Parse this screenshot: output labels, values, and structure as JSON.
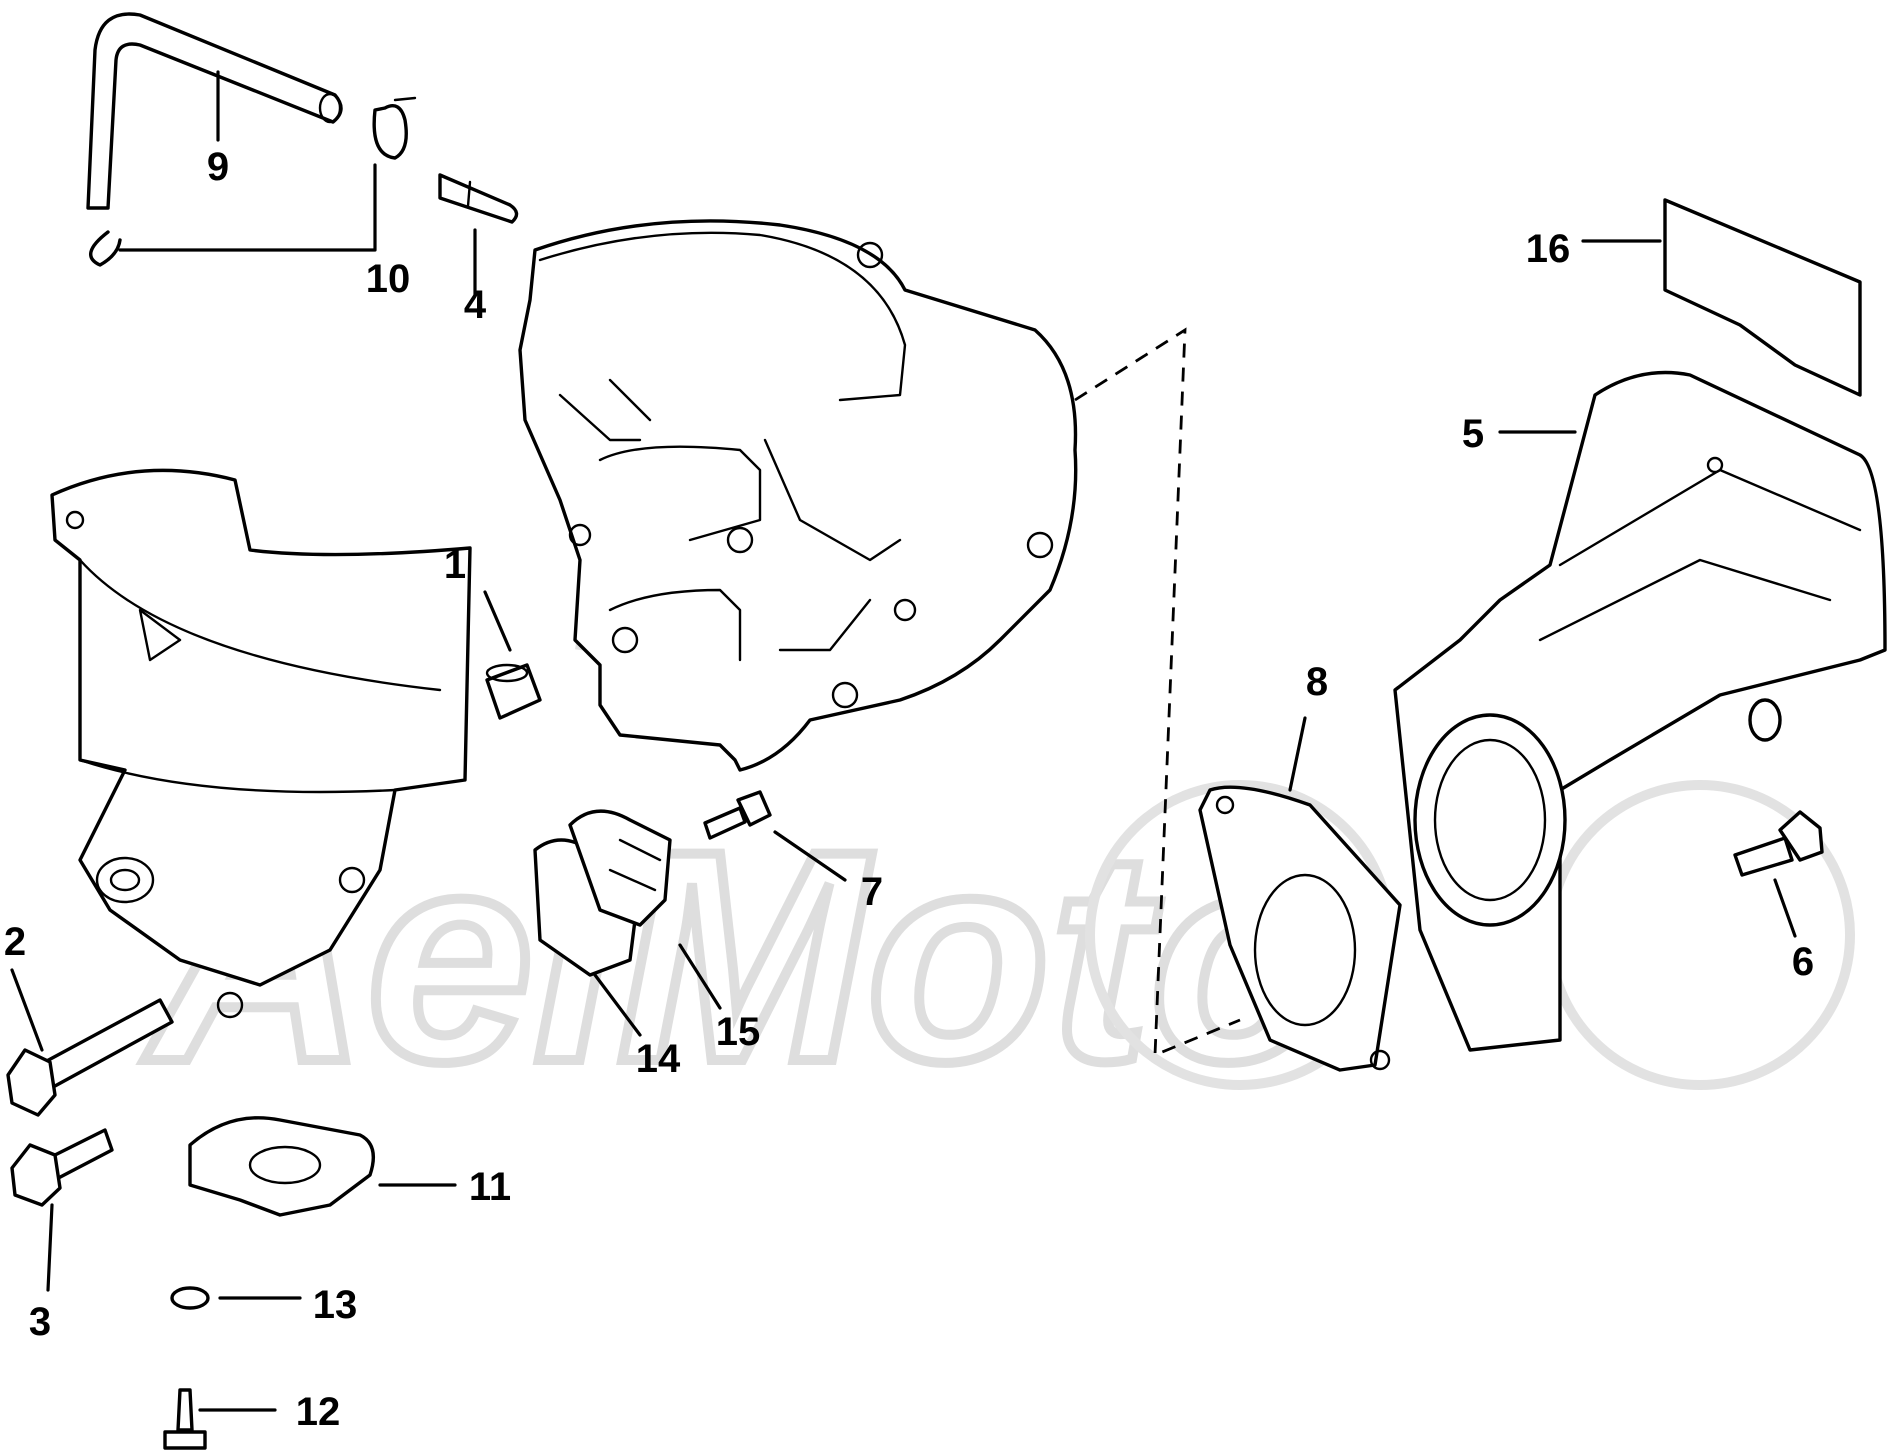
{
  "watermark": "AeiMoto",
  "callouts": [
    {
      "id": "1",
      "label": "1"
    },
    {
      "id": "2",
      "label": "2"
    },
    {
      "id": "3",
      "label": "3"
    },
    {
      "id": "4",
      "label": "4"
    },
    {
      "id": "5",
      "label": "5"
    },
    {
      "id": "6",
      "label": "6"
    },
    {
      "id": "7",
      "label": "7"
    },
    {
      "id": "8",
      "label": "8"
    },
    {
      "id": "9",
      "label": "9"
    },
    {
      "id": "10",
      "label": "10"
    },
    {
      "id": "11",
      "label": "11"
    },
    {
      "id": "12",
      "label": "12"
    },
    {
      "id": "13",
      "label": "13"
    },
    {
      "id": "14",
      "label": "14"
    },
    {
      "id": "15",
      "label": "15"
    },
    {
      "id": "16",
      "label": "16"
    }
  ]
}
